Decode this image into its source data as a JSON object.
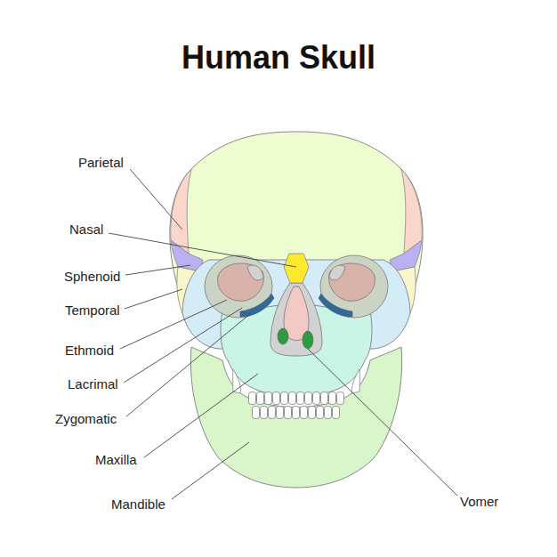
{
  "diagram": {
    "title": "Human Skull",
    "labels": [
      "Parietal",
      "Nasal",
      "Sphenoid",
      "Temporal",
      "Ethmoid",
      "Lacrimal",
      "Zygomatic",
      "Maxilla",
      "Mandible",
      "Vomer"
    ]
  }
}
